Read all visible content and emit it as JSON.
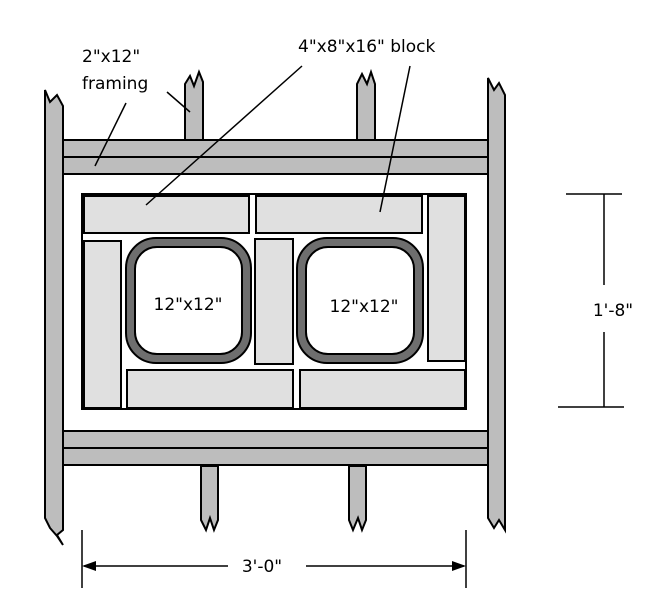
{
  "labels": {
    "framing_line1": "2\"x12\"",
    "framing_line2": "framing",
    "block": "4\"x8\"x16\" block",
    "flue_left": "12\"x12\"",
    "flue_right": "12\"x12\"",
    "depth_dim": "1'-8\"",
    "width_dim": "3'-0\""
  },
  "colors": {
    "framing": "#bdbdbd",
    "block": "#e0e0e0",
    "flue_liner": "#6e6e6e",
    "line": "#000000",
    "background": "#ffffff"
  }
}
